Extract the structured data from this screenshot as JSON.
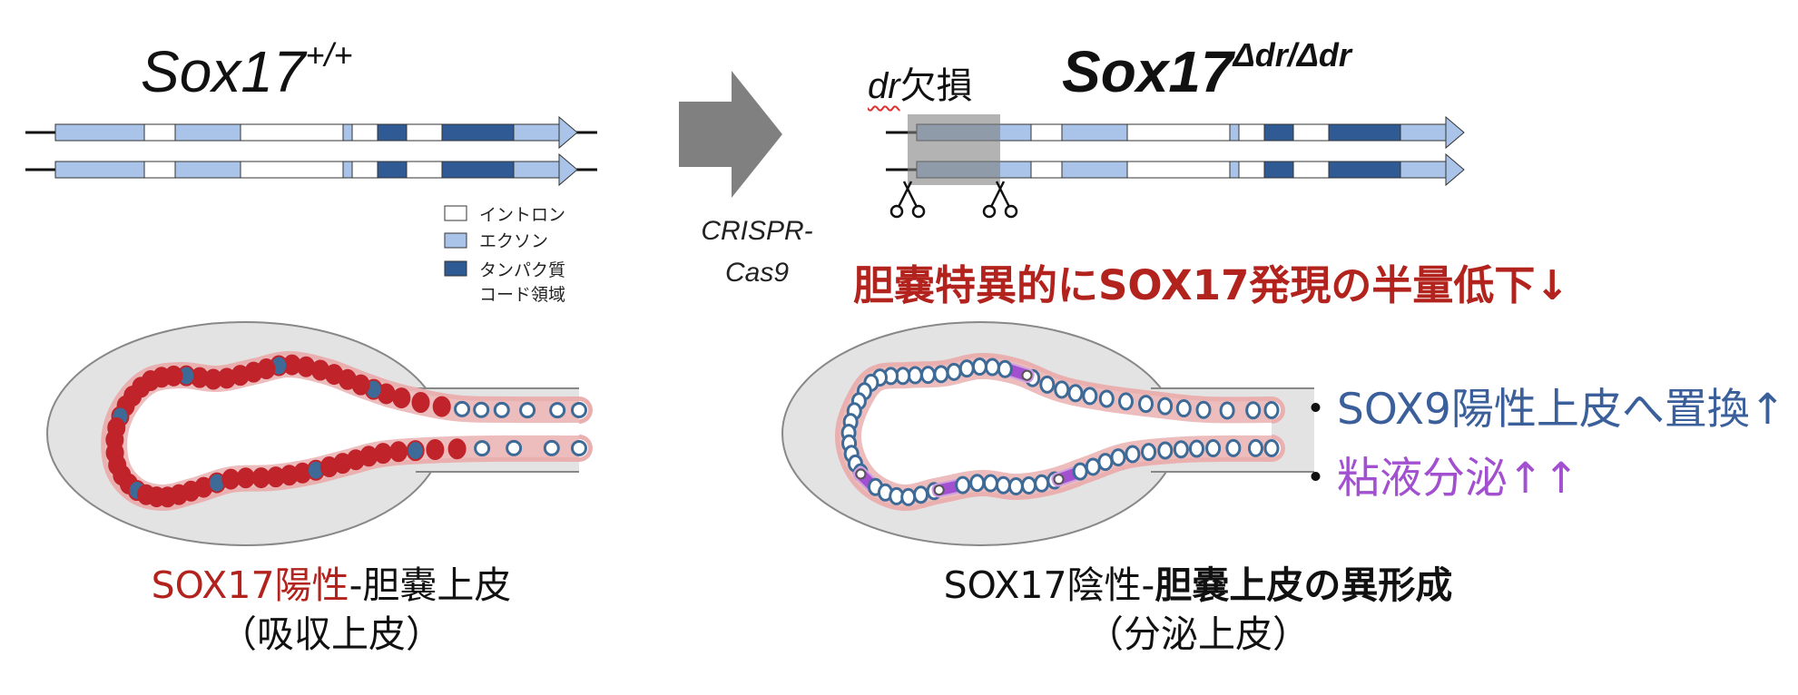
{
  "left": {
    "genotype_base": "Sox17",
    "genotype_sup": "+/+",
    "caption_red": "SOX17陽性",
    "caption_rest": "-胆嚢上皮",
    "caption_sub": "（吸収上皮）"
  },
  "legend": {
    "intron": "イントロン",
    "exon": "エクソン",
    "coding_line1": "タンパク質",
    "coding_line2": "コード領域"
  },
  "arrow_label_line1": "CRISPR-",
  "arrow_label_line2": "Cas9",
  "right": {
    "deletion_italic": "dr",
    "deletion_text": "欠損",
    "genotype_base": "Sox17",
    "genotype_sup": "Δdr/Δdr",
    "headline": "胆嚢特異的にSOX17発現の半量低下↓",
    "caption_normal": "SOX17陰性-",
    "caption_bold": "胆嚢上皮の異形成",
    "caption_sub": "（分泌上皮）"
  },
  "bullets": [
    {
      "dot": "・",
      "text": "SOX9陽性上皮へ置換↑"
    },
    {
      "dot": "・",
      "text": "粘液分泌↑↑"
    }
  ],
  "colors": {
    "intron": "#ffffff",
    "exon": "#a9c4e8",
    "coding": "#2f5a93",
    "arrow_gray": "#808080",
    "gallbladder": "#e3e3e3",
    "red_cell": "#c0232a",
    "cell_halo": "#eab0b0",
    "blue_ring": "#3d6a96",
    "mucus_purple": "#a24fd0",
    "headline_red": "#b3231e",
    "text_blue": "#3a5f9a"
  },
  "icons": [
    "scissors-icon",
    "big-arrow-icon"
  ]
}
